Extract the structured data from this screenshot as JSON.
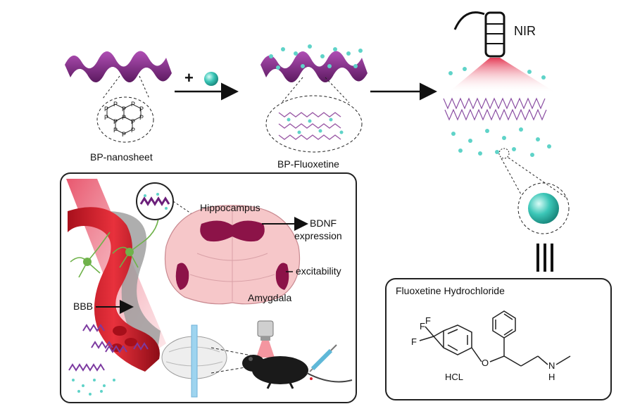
{
  "top": {
    "nanosheet_label": "BP-nanosheet",
    "plus_symbol": "+",
    "composite_label": "BP-Fluoxetine",
    "nir_label": "NIR",
    "phosphorus_symbol": "P"
  },
  "brain_panel": {
    "hippocampus_label": "Hippocampus",
    "bdnf_line1": "BDNF",
    "bdnf_line2": "expression",
    "excitability_label": "excitability",
    "amygdala_label": "Amygdala",
    "bbb_label": "BBB"
  },
  "drug_panel": {
    "title": "Fluoxetine Hydrochloride",
    "atom_f1": "F",
    "atom_f2": "F",
    "atom_f3": "F",
    "atom_o": "O",
    "atom_n": "N",
    "atom_h": "H",
    "salt_label": "HCL",
    "equivalence_symbol": "≡"
  },
  "colors": {
    "sheet": "#8b2f8f",
    "sheet_dark": "#5c1a60",
    "drug_particle": "#5fd3c8",
    "brain_region": "#8c1348",
    "brain_tissue": "#f6c7c9",
    "vessel": "#d8232f",
    "laser": "#f06a78"
  }
}
